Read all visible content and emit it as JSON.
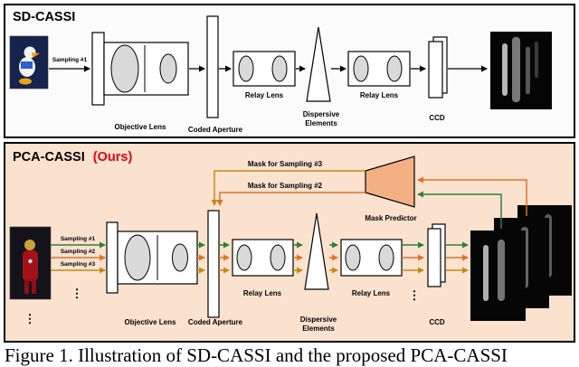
{
  "sd": {
    "title": "SD-CASSI",
    "sampling1": "Sampling #1",
    "objective_lens": "Objective Lens",
    "coded_aperture": "Coded Aperture",
    "relay_lens": "Relay Lens",
    "dispersive_line1": "Dispersive",
    "dispersive_line2": "Elements",
    "ccd": "CCD"
  },
  "pca": {
    "title": "PCA-CASSI",
    "ours": "(Ours)",
    "mask_for_sampling3": "Mask for Sampling #3",
    "mask_for_sampling2": "Mask for Sampling #2",
    "mask_predictor": "Mask Predictor",
    "sampling1": "Sampling #1",
    "sampling2": "Sampling #2",
    "sampling3": "Sampling #3",
    "objective_lens": "Objective Lens",
    "coded_aperture": "Coded Aperture",
    "relay_lens": "Relay Lens",
    "dispersive_line1": "Dispersive",
    "dispersive_line2": "Elements",
    "ccd": "CCD",
    "vdots": "⋮"
  },
  "caption": "Figure 1. Illustration of SD-CASSI and the proposed PCA-CASSI",
  "colors": {
    "panel_sd_bg": "#fbfbfb",
    "panel_pca_bg": "#fbe2cf",
    "green": "#2f8032",
    "orange": "#e0722a",
    "gold": "#bd8d16",
    "ours_red": "#e3000f",
    "predictor_fill": "#f3b082",
    "arrow_black": "#000000"
  }
}
